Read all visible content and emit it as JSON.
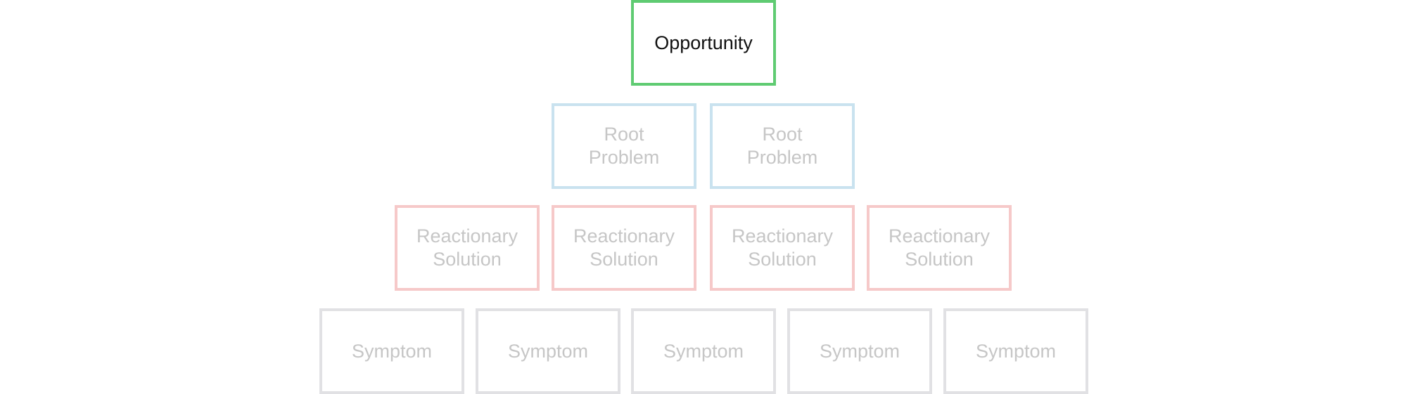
{
  "diagram": {
    "opportunity": {
      "label": "Opportunity"
    },
    "root_problems": [
      {
        "line1": "Root",
        "line2": "Problem"
      },
      {
        "line1": "Root",
        "line2": "Problem"
      }
    ],
    "reactionary_solutions": [
      {
        "line1": "Reactionary",
        "line2": "Solution"
      },
      {
        "line1": "Reactionary",
        "line2": "Solution"
      },
      {
        "line1": "Reactionary",
        "line2": "Solution"
      },
      {
        "line1": "Reactionary",
        "line2": "Solution"
      }
    ],
    "symptoms": [
      {
        "label": "Symptom"
      },
      {
        "label": "Symptom"
      },
      {
        "label": "Symptom"
      },
      {
        "label": "Symptom"
      },
      {
        "label": "Symptom"
      }
    ]
  },
  "colors": {
    "opportunity_border": "#5fcb72",
    "root_problem_border": "#c9e2ef",
    "reactionary_solution_border": "#f6c9c9",
    "symptom_border": "#e1e1e4",
    "muted_text": "#c6c6c6",
    "active_text": "#111111"
  }
}
